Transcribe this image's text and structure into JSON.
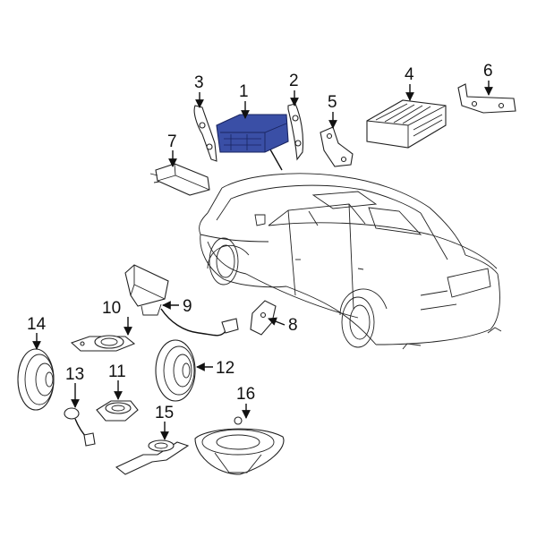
{
  "diagram": {
    "colors": {
      "highlight": "#3a4fa6",
      "line": "#111111",
      "background": "#ffffff"
    },
    "callouts": [
      {
        "id": "c1",
        "label": "1"
      },
      {
        "id": "c2",
        "label": "2"
      },
      {
        "id": "c3",
        "label": "3"
      },
      {
        "id": "c4",
        "label": "4"
      },
      {
        "id": "c5",
        "label": "5"
      },
      {
        "id": "c6",
        "label": "6"
      },
      {
        "id": "c7",
        "label": "7"
      },
      {
        "id": "c8",
        "label": "8"
      },
      {
        "id": "c9",
        "label": "9"
      },
      {
        "id": "c10",
        "label": "10"
      },
      {
        "id": "c11",
        "label": "11"
      },
      {
        "id": "c12",
        "label": "12"
      },
      {
        "id": "c13",
        "label": "13"
      },
      {
        "id": "c14",
        "label": "14"
      },
      {
        "id": "c15",
        "label": "15"
      },
      {
        "id": "c16",
        "label": "16"
      }
    ]
  }
}
